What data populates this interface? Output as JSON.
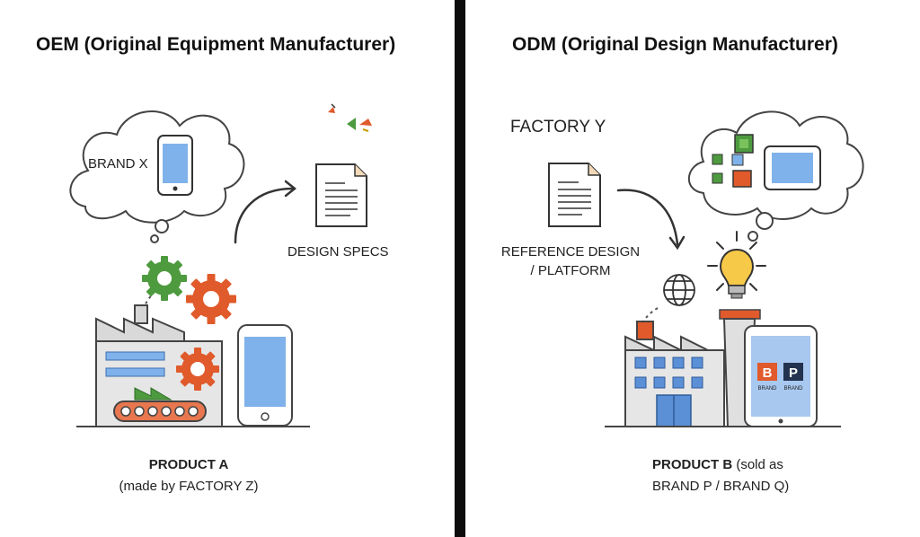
{
  "oem": {
    "title": "OEM (Original Equipment Manufacturer)",
    "brand_label": "BRAND X",
    "specs_label": "DESIGN SPECS",
    "product_name": "PRODUCT A",
    "product_note": "(made by FACTORY Z)"
  },
  "odm": {
    "title": "ODM (Original Design Manufacturer)",
    "factory_label": "FACTORY Y",
    "reference_line1": "REFERENCE DESIGN",
    "reference_line2": "/ PLATFORM",
    "product_name": "PRODUCT B",
    "product_note1": "(sold as",
    "product_note2": "BRAND P / BRAND Q)",
    "tablet_brand1_letter": "B",
    "tablet_brand1_text": "BRAND",
    "tablet_brand2_letter": "P",
    "tablet_brand2_text": "BRAND"
  },
  "colors": {
    "gear_green": "#4e9a3f",
    "gear_orange": "#e05a2b",
    "screen_blue": "#7fb2ea",
    "factory_gray": "#e6e6e6",
    "divider": "#0d0d0d",
    "bulb_yellow": "#f7c948"
  }
}
